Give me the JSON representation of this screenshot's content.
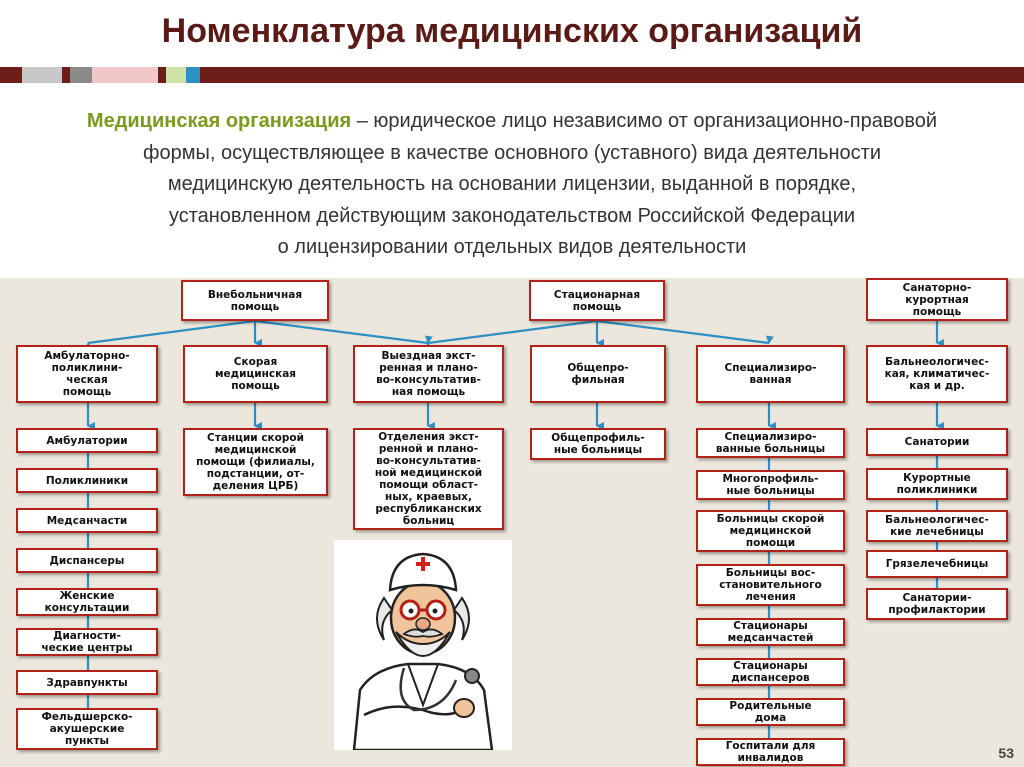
{
  "title": "Номенклатура медицинских организаций",
  "accent_colors": {
    "bar": "#6b1f18",
    "term": "#7a9a1f",
    "box_border": "#b32218",
    "connector": "#2e8fc4"
  },
  "definition": {
    "term": "Медицинская организация",
    "line1_rest": " – юридическое лицо независимо от организационно-правовой",
    "line2": "формы, осуществляющее в качестве основного (уставного) вида деятельности",
    "line3": "медицинскую деятельность на основании лицензии, выданной в порядке,",
    "line4": "установленном действующим законодательством Российской Федерации",
    "line5": "о лицензировании отдельных видов деятельности"
  },
  "diagram": {
    "top": {
      "outpatient": "Внебольничная\nпомощь",
      "inpatient": "Стационарная\nпомощь",
      "sanatorium": "Санаторно-\nкурортная\nпомощь"
    },
    "mid": {
      "ambulatory": "Амбулаторно-\nполиклини-\nческая\nпомощь",
      "emergency": "Скорая\nмедицинская\nпомощь",
      "mobile": "Выездная экст-\nренная и плано-\nво-консультатив-\nная помощь",
      "general": "Общепро-\nфильная",
      "specialized": "Специализиро-\nванная",
      "balneo": "Бальнеологичес-\nкая, климатичес-\nкая и др."
    },
    "col1": [
      "Амбулатории",
      "Поликлиники",
      "Медсанчасти",
      "Диспансеры",
      "Женские\nконсультации",
      "Диагности-\nческие центры",
      "Здравпункты",
      "Фельдшерско-\nакушерские\nпункты"
    ],
    "col2": "Станции скорой\nмедицинской\nпомощи (филиалы,\nподстанции, от-\nделения ЦРБ)",
    "col3": "Отделения экст-\nренной и плано-\nво-консультатив-\nной медицинской\nпомощи област-\nных, краевых,\nреспубликанских\nбольниц",
    "col4": "Общепрофиль-\nные больницы",
    "col5": [
      "Специализиро-\nванные больницы",
      "Многопрофиль-\nные больницы",
      "Больницы скорой\nмедицинской\nпомощи",
      "Больницы вос-\nстановительного\nлечения",
      "Стационары\nмедсанчастей",
      "Стационары\nдиспансеров",
      "Родительные\nдома",
      "Госпитали для\nинвалидов"
    ],
    "col6": [
      "Санатории",
      "Курортные\nполиклиники",
      "Бальнеологичес-\nкие лечебницы",
      "Грязелечебницы",
      "Санатории-\nпрофилактории"
    ]
  },
  "illustration": "doctor-cartoon",
  "page_number": "53"
}
